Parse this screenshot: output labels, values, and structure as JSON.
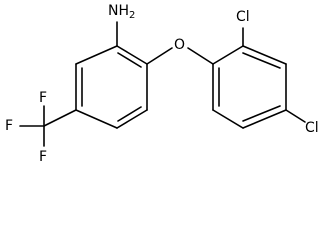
{
  "molecule": {
    "labels": {
      "amine": "NH",
      "amine_subscript": "2",
      "ether_oxygen": "O",
      "chloro_upper": "Cl",
      "chloro_lower": "Cl",
      "fluorine_top": "F",
      "fluorine_left": "F",
      "fluorine_bottom": "F"
    }
  }
}
